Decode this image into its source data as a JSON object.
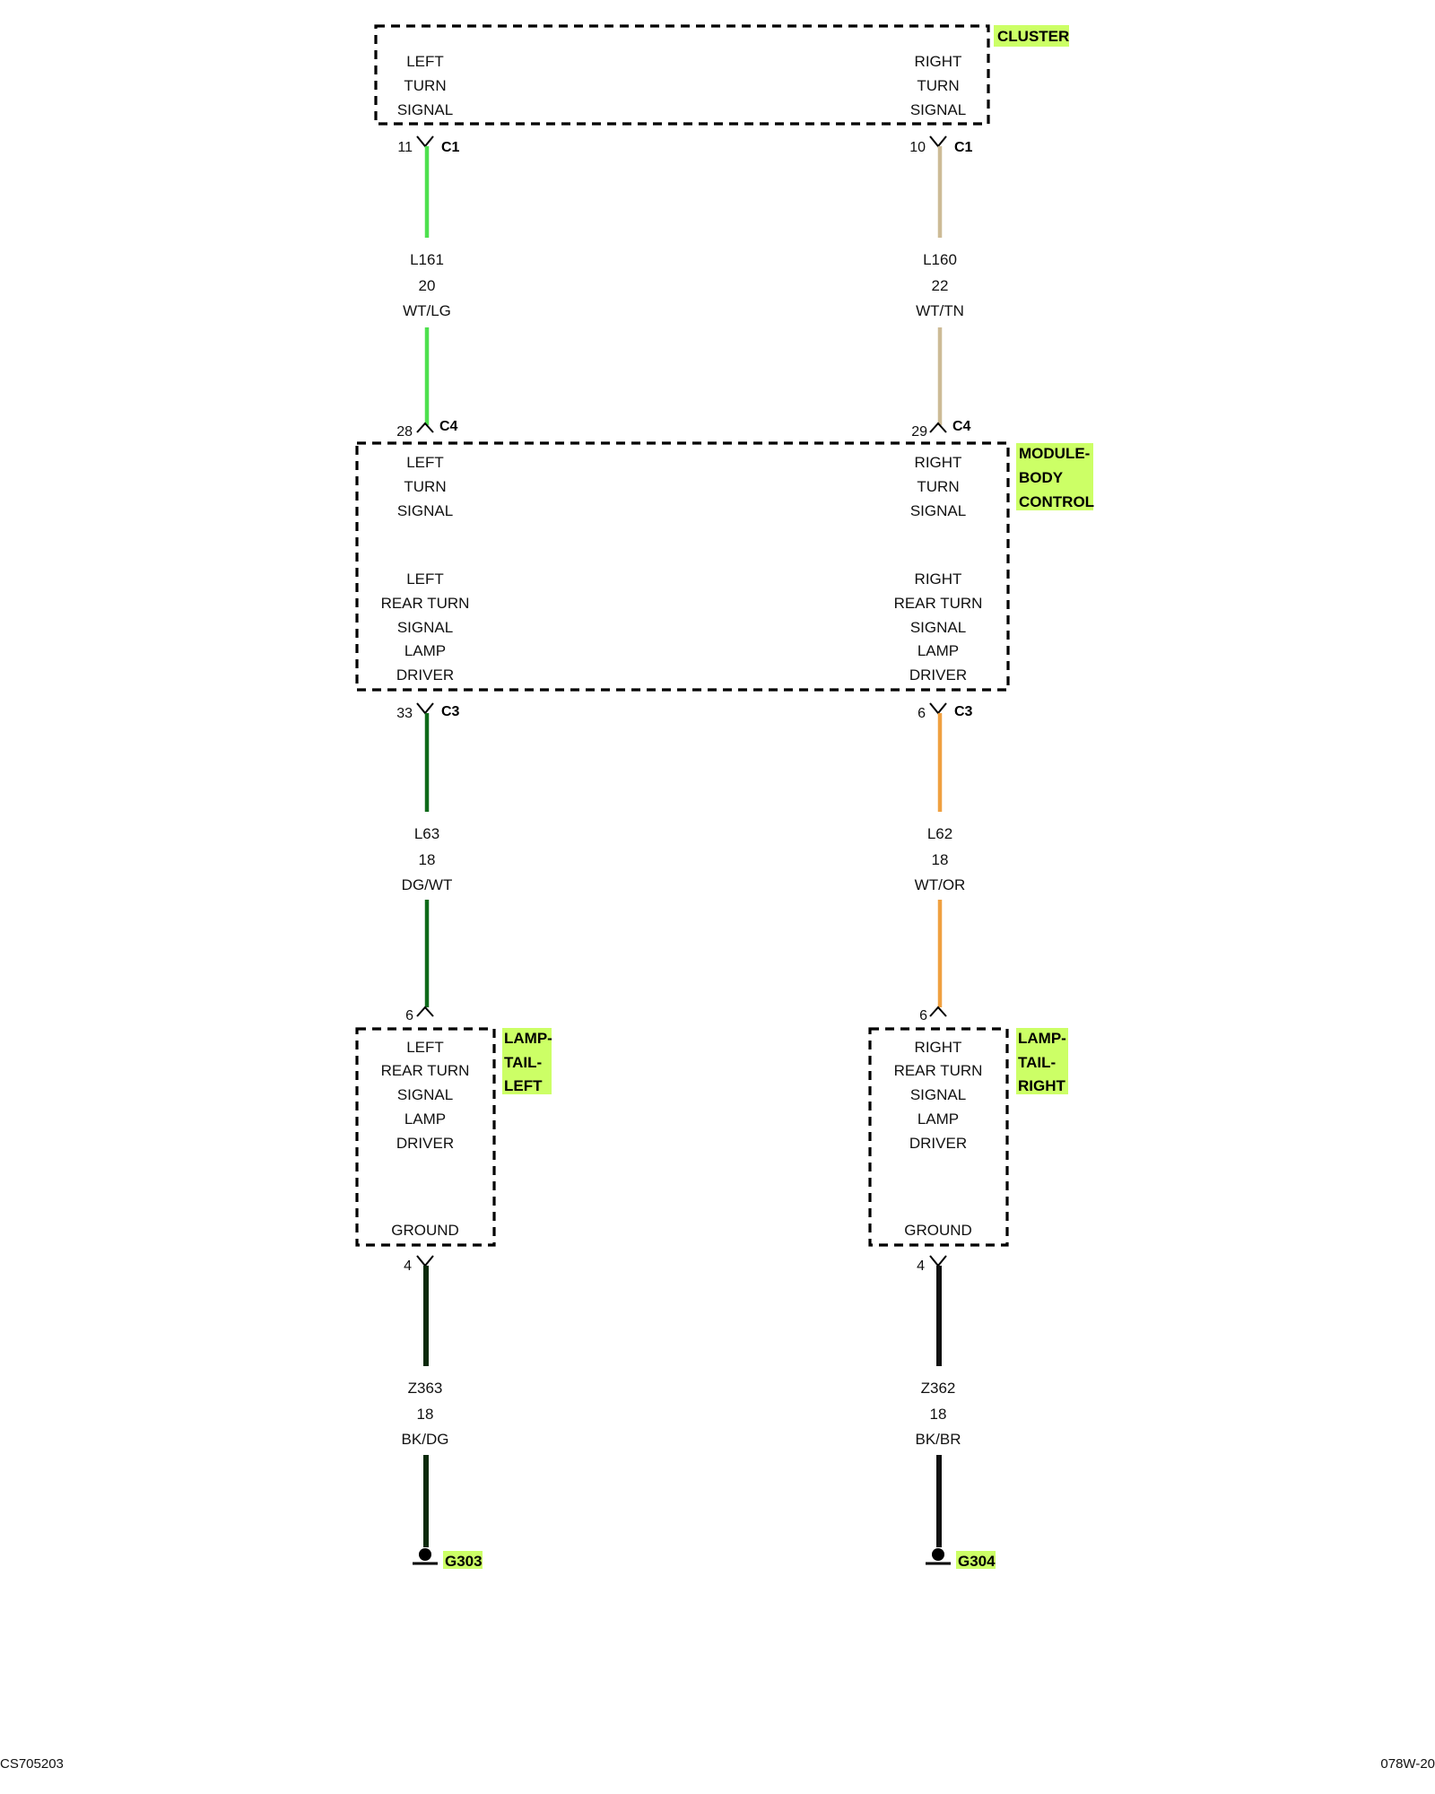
{
  "cluster": {
    "tag": "CLUSTER",
    "left_lines": [
      "LEFT",
      "TURN",
      "SIGNAL"
    ],
    "right_lines": [
      "RIGHT",
      "TURN",
      "SIGNAL"
    ]
  },
  "bcm": {
    "tag_lines": [
      "MODULE-",
      "BODY",
      "CONTROL"
    ],
    "left_top_lines": [
      "LEFT",
      "TURN",
      "SIGNAL"
    ],
    "right_top_lines": [
      "RIGHT",
      "TURN",
      "SIGNAL"
    ],
    "left_bottom_lines": [
      "LEFT",
      "REAR TURN",
      "SIGNAL",
      "LAMP",
      "DRIVER"
    ],
    "right_bottom_lines": [
      "RIGHT",
      "REAR TURN",
      "SIGNAL",
      "LAMP",
      "DRIVER"
    ]
  },
  "lamp_left": {
    "tag_lines": [
      "LAMP-",
      "TAIL-",
      "LEFT"
    ],
    "lines": [
      "LEFT",
      "REAR TURN",
      "SIGNAL",
      "LAMP",
      "DRIVER"
    ],
    "ground": "GROUND"
  },
  "lamp_right": {
    "tag_lines": [
      "LAMP-",
      "TAIL-",
      "RIGHT"
    ],
    "lines": [
      "RIGHT",
      "REAR TURN",
      "SIGNAL",
      "LAMP",
      "DRIVER"
    ],
    "ground": "GROUND"
  },
  "connectors": {
    "cluster_left": {
      "pin": "11",
      "conn": "C1"
    },
    "cluster_right": {
      "pin": "10",
      "conn": "C1"
    },
    "bcm_in_left": {
      "pin": "28",
      "conn": "C4"
    },
    "bcm_in_right": {
      "pin": "29",
      "conn": "C4"
    },
    "bcm_out_left": {
      "pin": "33",
      "conn": "C3"
    },
    "bcm_out_right": {
      "pin": "6",
      "conn": "C3"
    },
    "lamp_in_left": {
      "pin": "6",
      "conn": ""
    },
    "lamp_in_right": {
      "pin": "6",
      "conn": ""
    },
    "lamp_gnd_left": {
      "pin": "4",
      "conn": ""
    },
    "lamp_gnd_right": {
      "pin": "4",
      "conn": ""
    }
  },
  "wires": {
    "l161": {
      "circuit": "L161",
      "gauge": "20",
      "color_code": "WT/LG",
      "color": "#4ee04e"
    },
    "l160": {
      "circuit": "L160",
      "gauge": "22",
      "color_code": "WT/TN",
      "color": "#cdbb96"
    },
    "l63": {
      "circuit": "L63",
      "gauge": "18",
      "color_code": "DG/WT",
      "color": "#0f6a1a"
    },
    "l62": {
      "circuit": "L62",
      "gauge": "18",
      "color_code": "WT/OR",
      "color": "#f0a040"
    },
    "z363": {
      "circuit": "Z363",
      "gauge": "18",
      "color_code": "BK/DG",
      "color": "#0b2a0b"
    },
    "z362": {
      "circuit": "Z362",
      "gauge": "18",
      "color_code": "BK/BR",
      "color": "#111111"
    }
  },
  "grounds": {
    "left": {
      "label": "G303"
    },
    "right": {
      "label": "G304"
    }
  },
  "highlight_color": "#ccff66",
  "footer": {
    "left": "CS705203",
    "right": "078W-20"
  }
}
